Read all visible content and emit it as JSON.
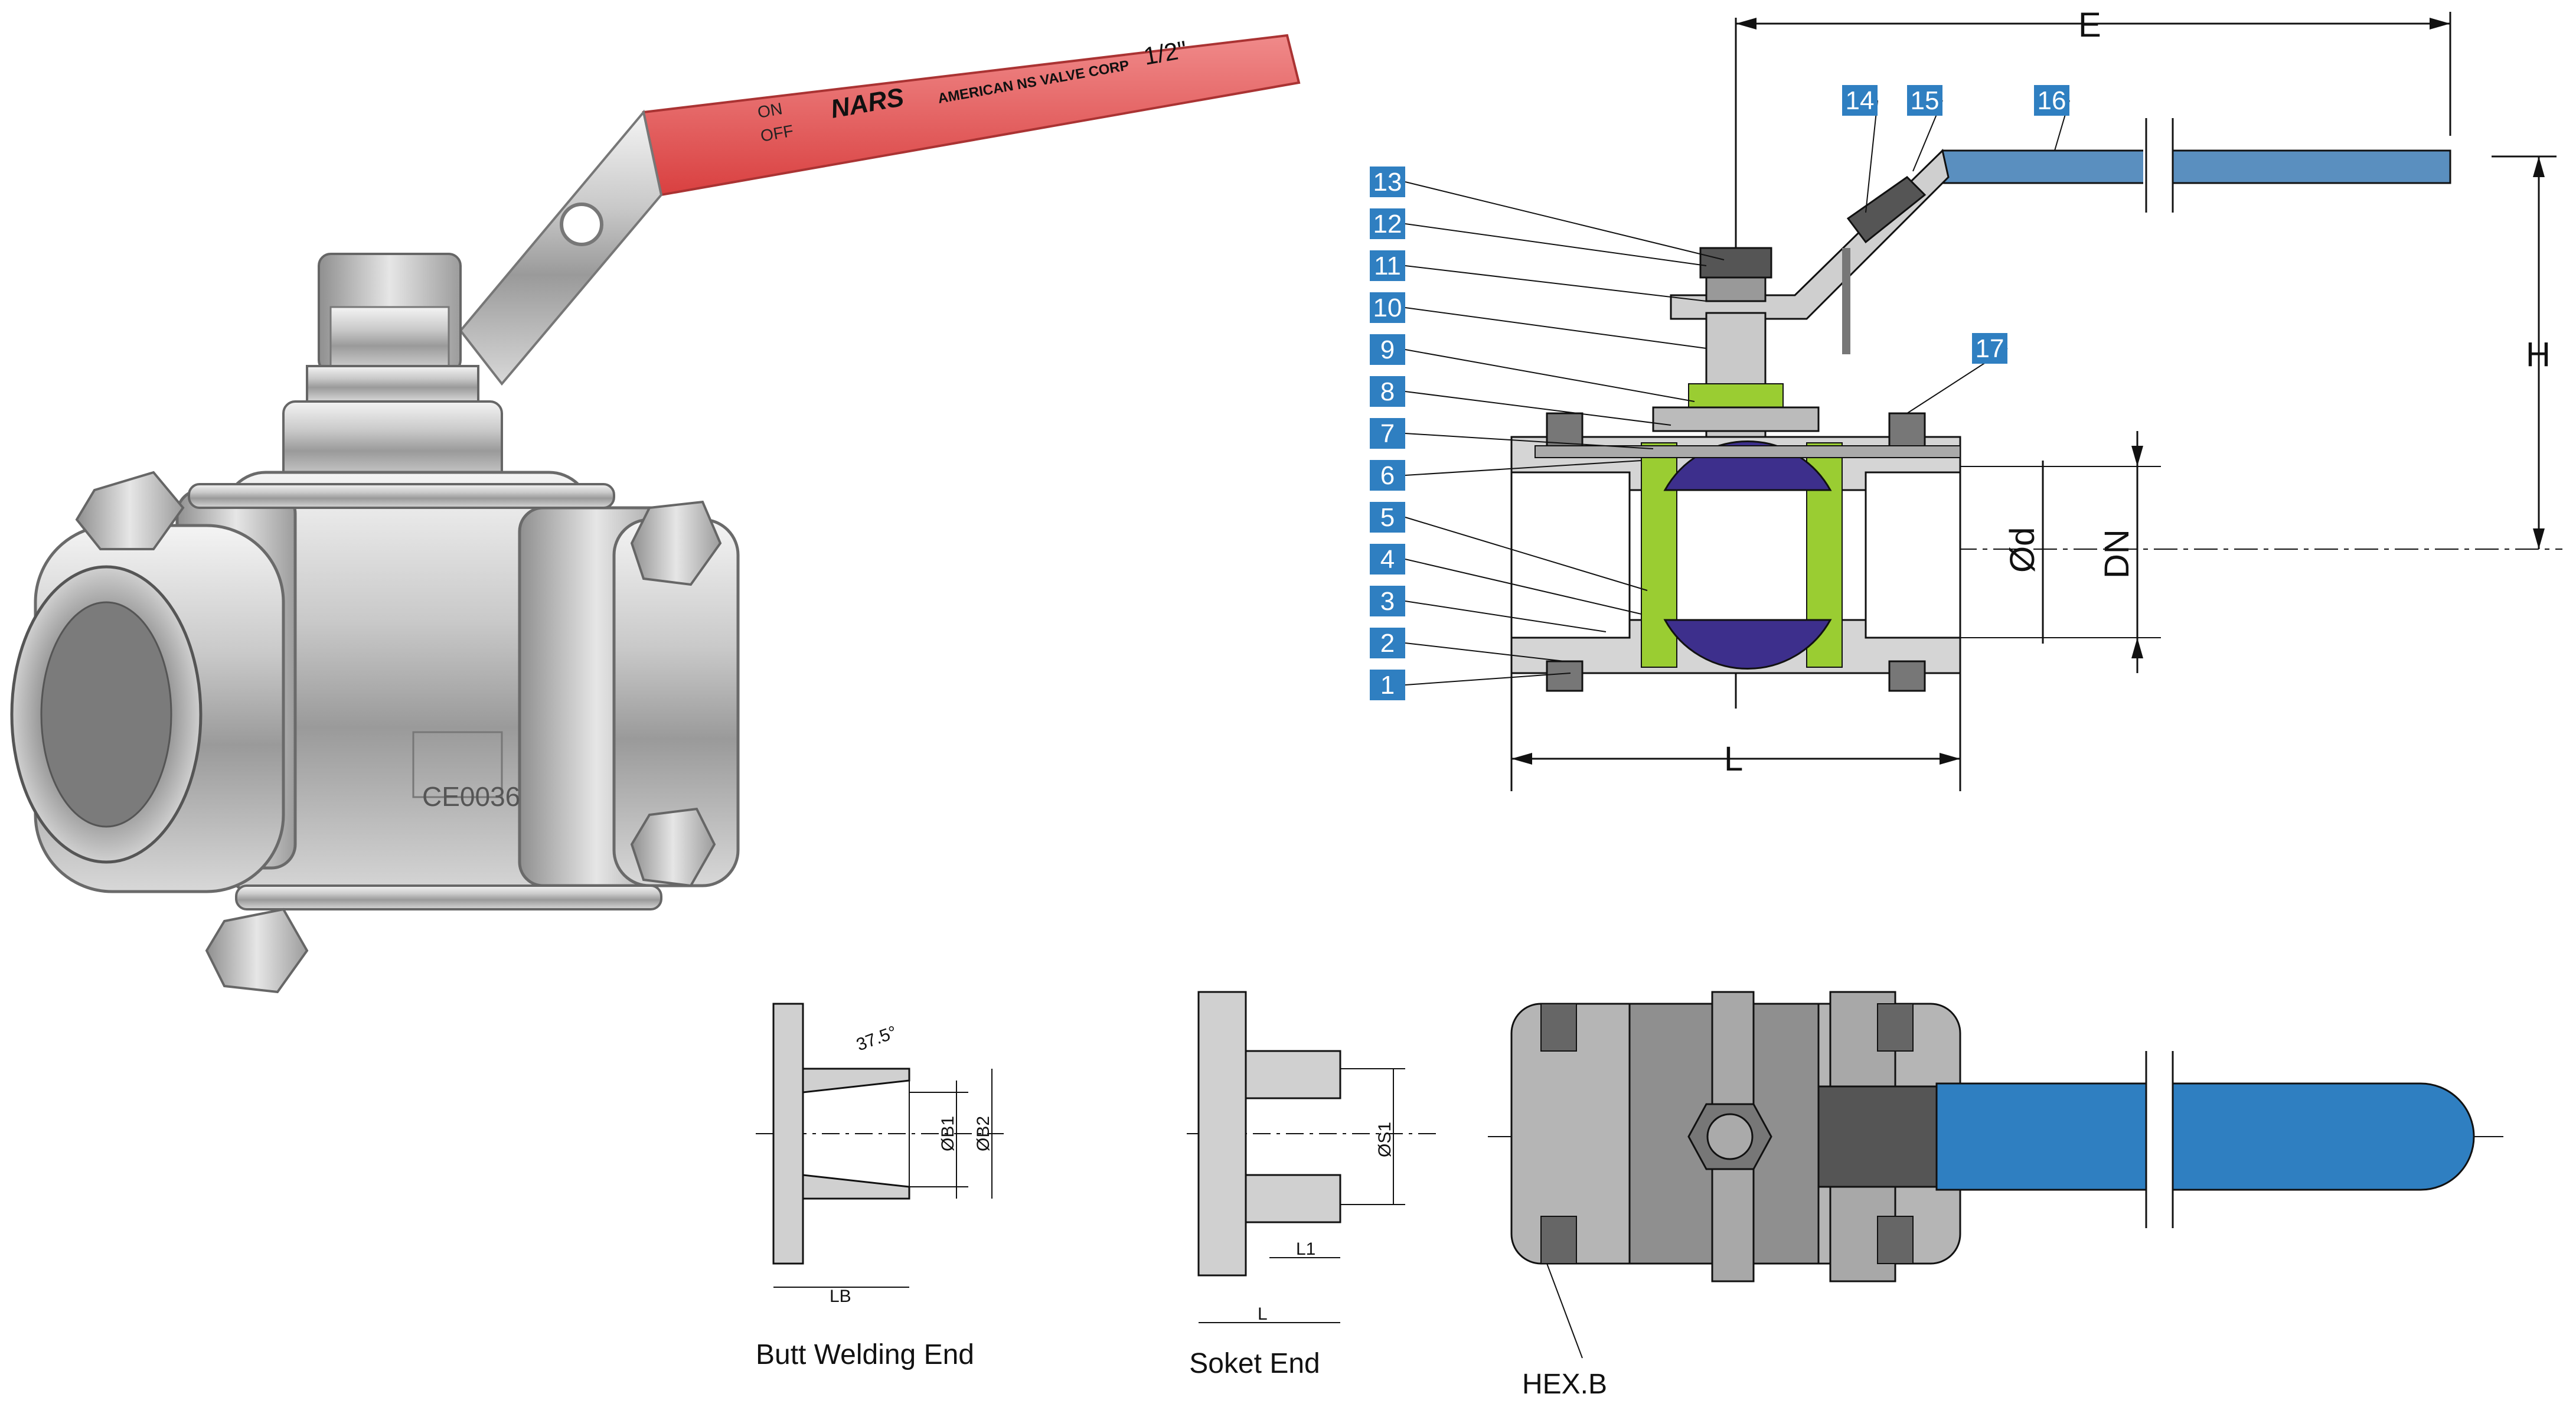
{
  "photo": {
    "handle_text": {
      "on": "ON",
      "off": "OFF",
      "brand": "NARS",
      "company": "AMERICAN NS VALVE CORP",
      "size": "1/2\""
    },
    "body_mark": "CE0036"
  },
  "section_drawing": {
    "part_numbers": [
      "1",
      "2",
      "3",
      "4",
      "5",
      "6",
      "7",
      "8",
      "9",
      "10",
      "11",
      "12",
      "13",
      "14",
      "15",
      "16",
      "17"
    ],
    "dimensions": {
      "E": "E",
      "H": "H",
      "DN": "DN",
      "d": "Ød",
      "L": "L"
    },
    "ball_color": "#3d2f8c",
    "seat_color": "#9acd32",
    "handle_color": "#5a8fbf"
  },
  "butt_welding_end": {
    "caption": "Butt Welding End",
    "angle": "37.5°",
    "b1": "ØB1",
    "b2": "ØB2",
    "lb": "LB"
  },
  "socket_end": {
    "caption": "Soket End",
    "s1": "ØS1",
    "l1": "L1",
    "l": "L"
  },
  "top_view": {
    "label": "HEX.B",
    "handle_color": "#2f7fc1"
  }
}
